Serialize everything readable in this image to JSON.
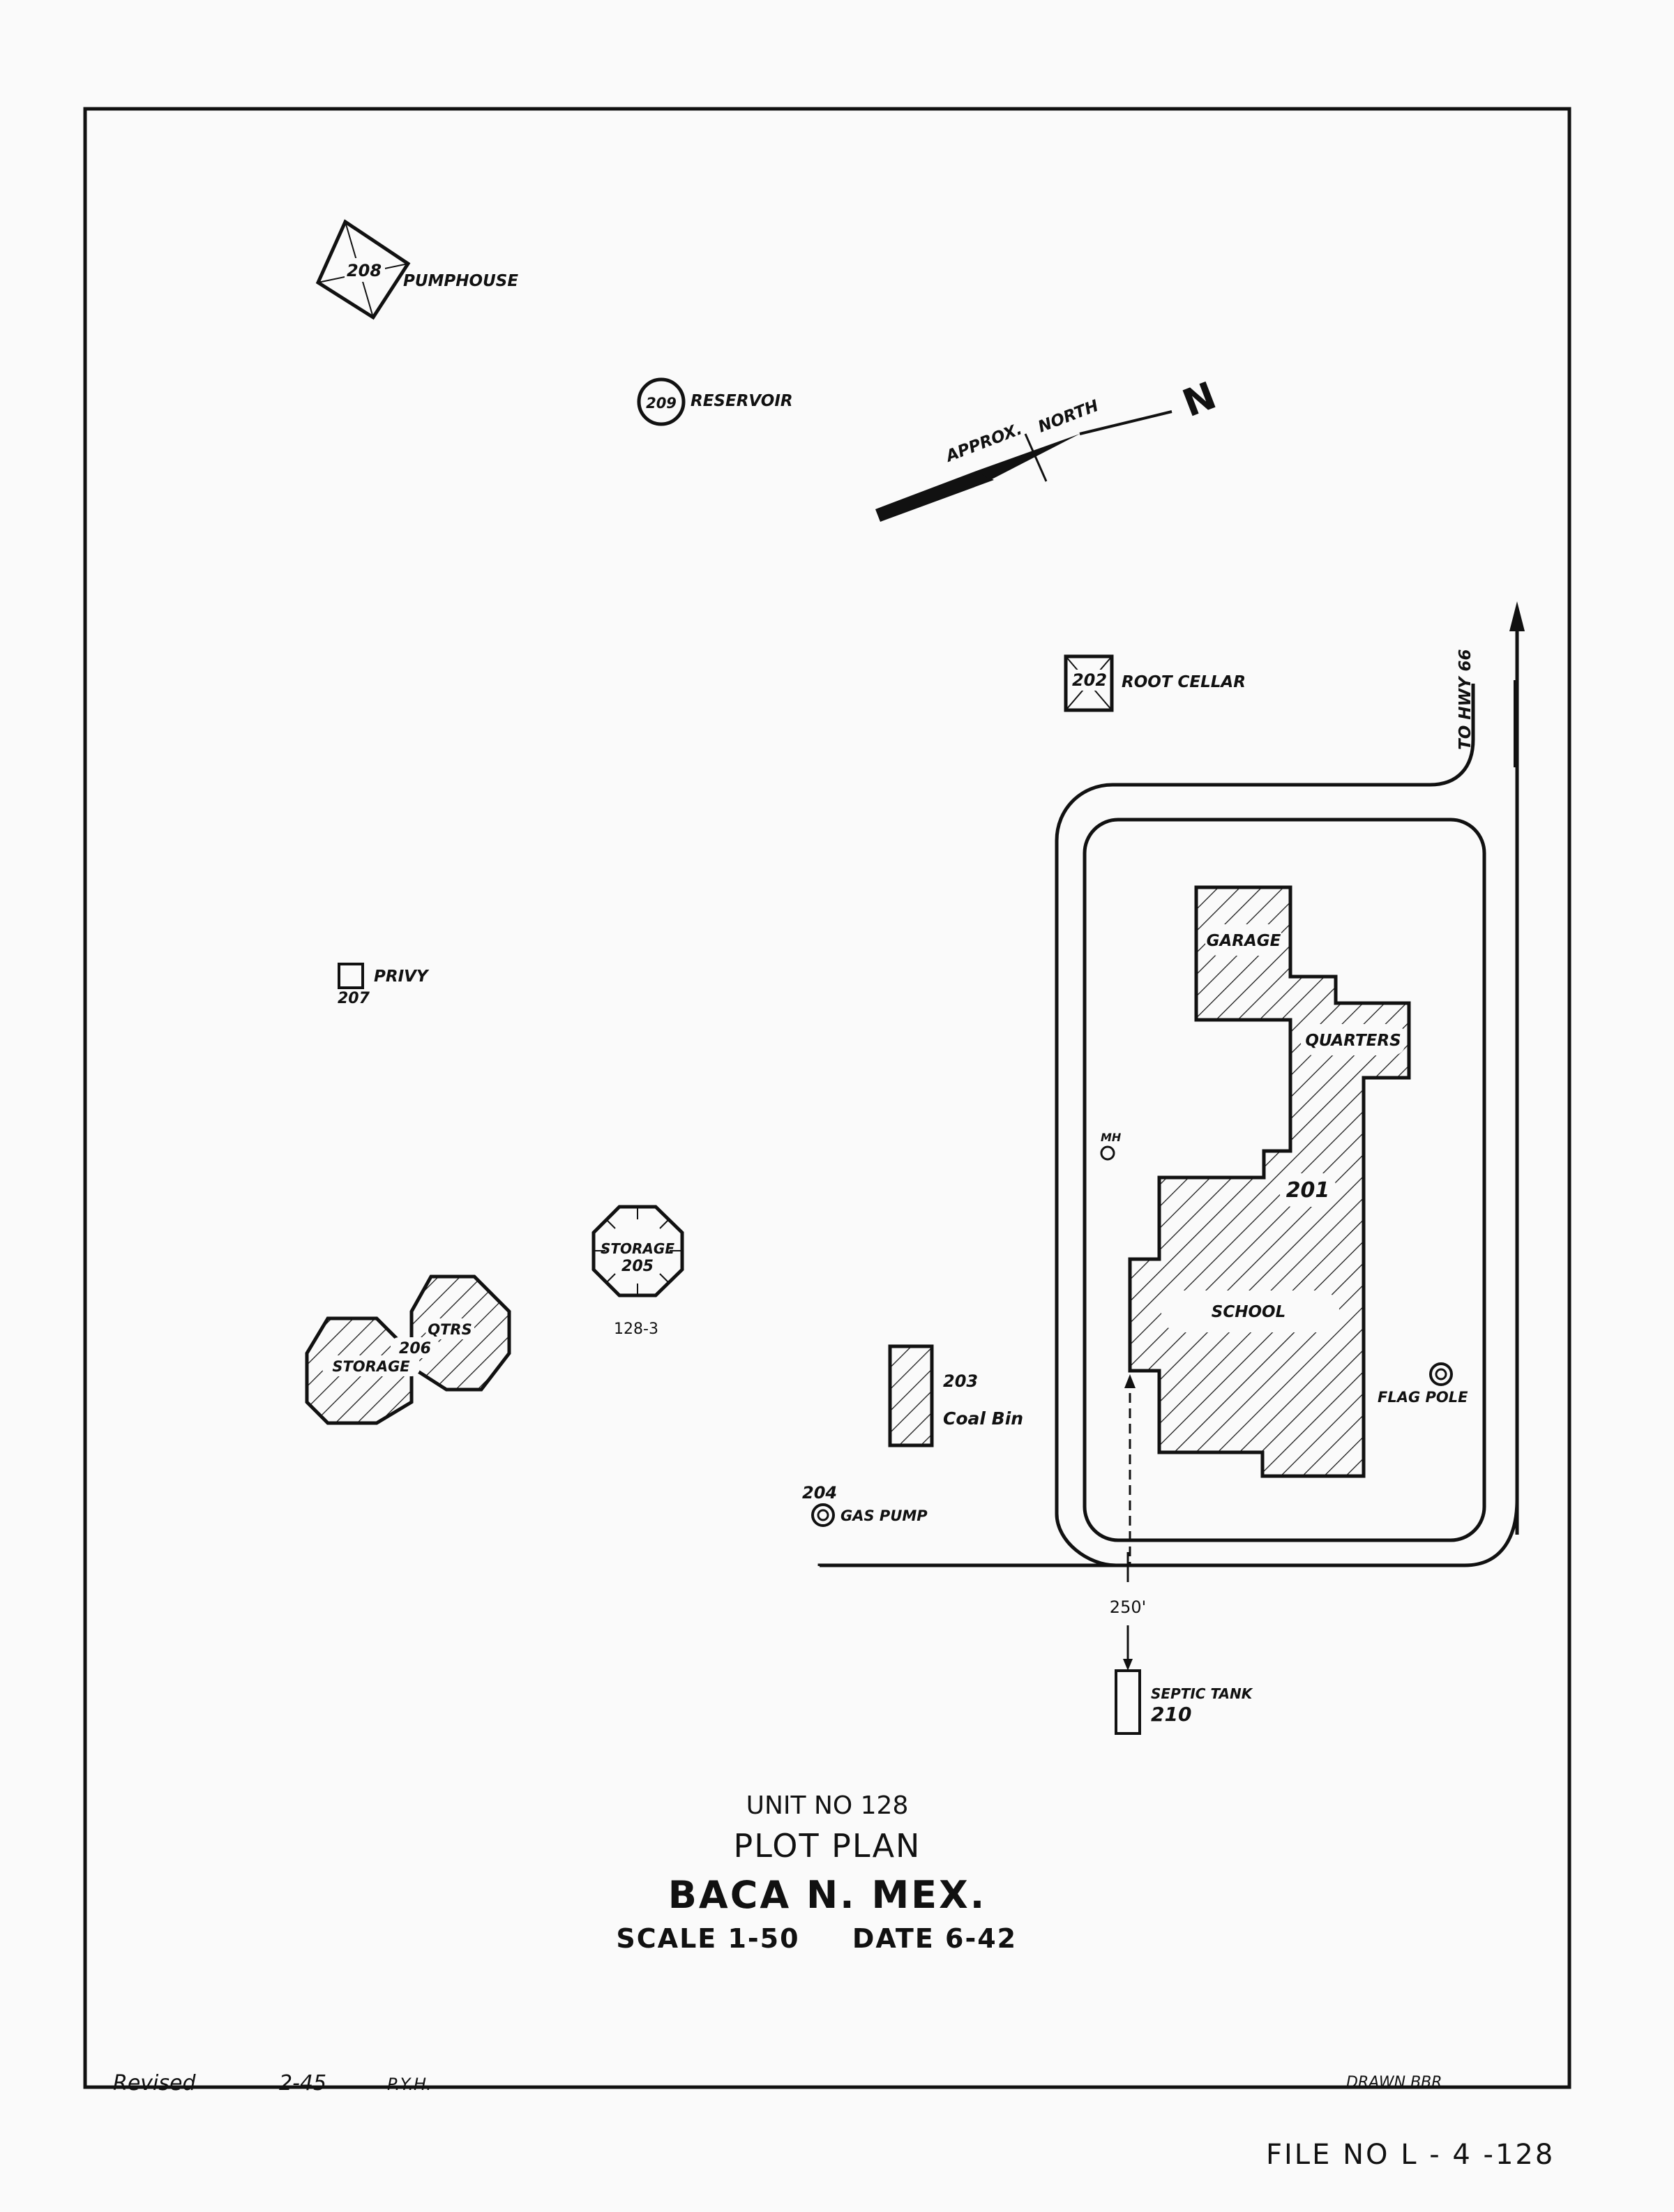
{
  "buildings": {
    "pumphouse": {
      "number": "208",
      "label": "PUMPHOUSE"
    },
    "reservoir": {
      "number": "209",
      "label": "RESERVOIR"
    },
    "root_cellar": {
      "number": "202",
      "label": "ROOT CELLAR"
    },
    "privy": {
      "number": "207",
      "label": "PRIVY"
    },
    "storage_205": {
      "label": "STORAGE",
      "number": "205",
      "ref": "128-3"
    },
    "qtrs_206": {
      "label_qtrs": "QTRS",
      "number": "206",
      "label_storage": "STORAGE"
    },
    "coal_bin": {
      "number": "203",
      "label": "Coal Bin"
    },
    "gas_pump": {
      "number": "204",
      "label": "GAS PUMP"
    },
    "school": {
      "number": "201",
      "garage": "GARAGE",
      "quarters": "QUARTERS",
      "school": "SCHOOL"
    },
    "flag_pole": {
      "label": "FLAG POLE"
    },
    "manhole": {
      "label": "MH"
    },
    "septic_tank": {
      "label": "SEPTIC TANK",
      "number": "210"
    }
  },
  "compass": {
    "label_a": "APPROX.",
    "label_b": "NORTH",
    "letter": "N"
  },
  "road": {
    "label": "TO HWY 66"
  },
  "dimension": {
    "value": "250'"
  },
  "title_block": {
    "unit": "UNIT NO 128",
    "plan": "PLOT PLAN",
    "place": "BACA N. MEX.",
    "scale": "SCALE 1-50",
    "date": "DATE 6-42"
  },
  "footer": {
    "revised": "Revised",
    "revised_date": "2-45",
    "revised_by": "P.Y.H.",
    "drawn": "DRAWN BBR",
    "file_no": "FILE NO L - 4 -128"
  }
}
